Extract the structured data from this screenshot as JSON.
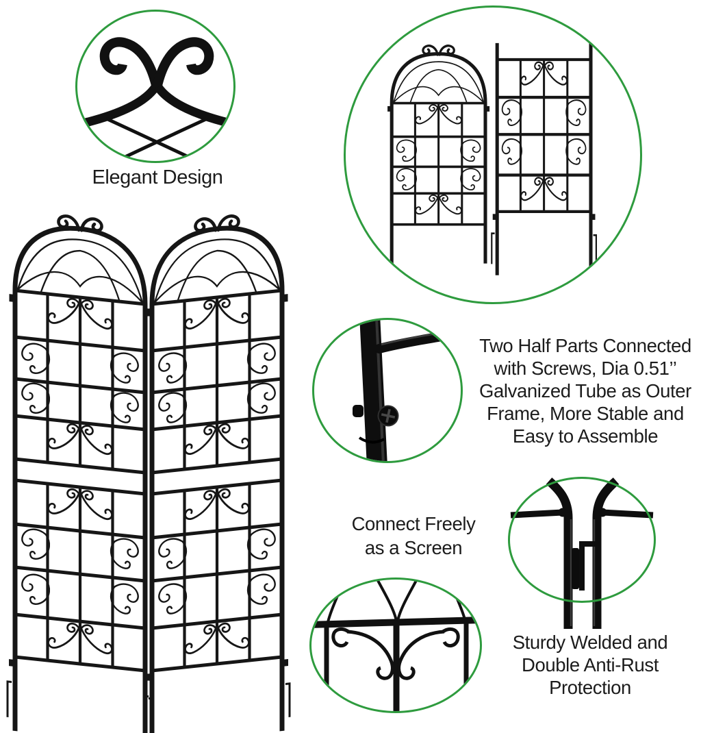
{
  "colors": {
    "accent_green": "#2e9b3e",
    "metal_black": "#161616",
    "text": "#1c1c1c",
    "background": "#ffffff"
  },
  "callouts": {
    "elegant": {
      "subject": "scroll-finial-closeup",
      "label": "Elegant Design"
    },
    "product_overview": {
      "subject": "two-trellis-half-panels"
    },
    "connected": {
      "subject": "screw-joint-closeup",
      "lines": [
        "Two Half Parts Connected",
        "with Screws, Dia 0.51’’",
        "Galvanized Tube as Outer",
        "Frame, More Stable and",
        "Easy to Assemble"
      ]
    },
    "screen": {
      "lines": [
        "Connect Freely",
        "as a Screen"
      ]
    },
    "hook": {
      "subject": "panel-hook-connection-closeup"
    },
    "weld": {
      "subject": "welded-joint-closeup"
    },
    "sturdy": {
      "lines": [
        "Sturdy Welded and",
        "Double Anti-Rust",
        "Protection"
      ]
    }
  },
  "main_image": {
    "subject": "two-panel-trellis-screen"
  }
}
